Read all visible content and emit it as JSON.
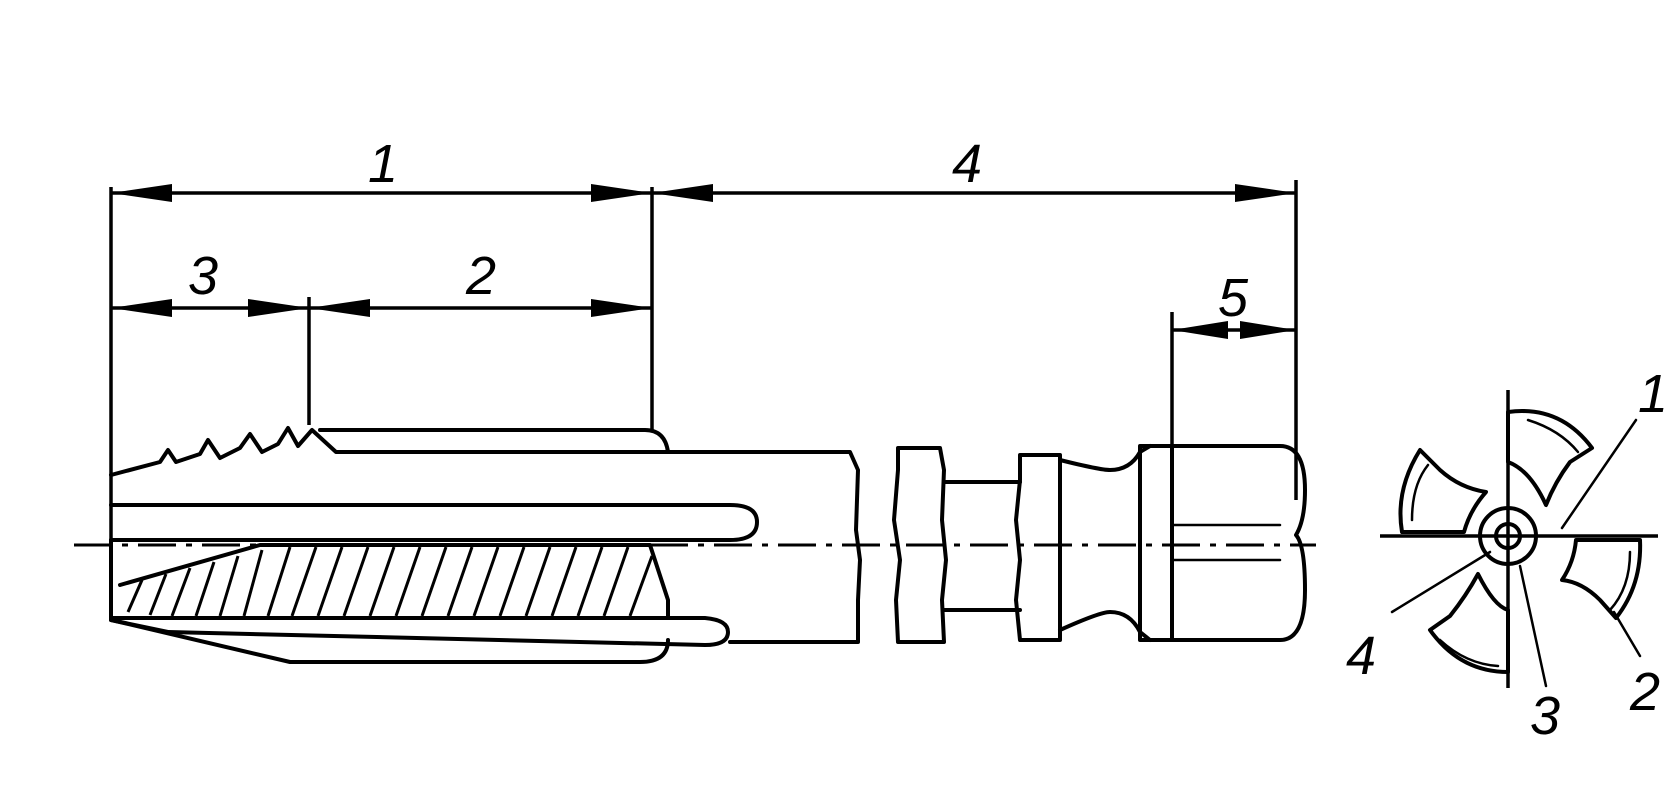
{
  "labels": {
    "dim_overall_left": "1",
    "dim_body": "2",
    "dim_chamfer": "3",
    "dim_shank": "4",
    "dim_square": "5",
    "end_view_1": "1",
    "end_view_2": "2",
    "end_view_3": "3",
    "end_view_4": "4"
  }
}
